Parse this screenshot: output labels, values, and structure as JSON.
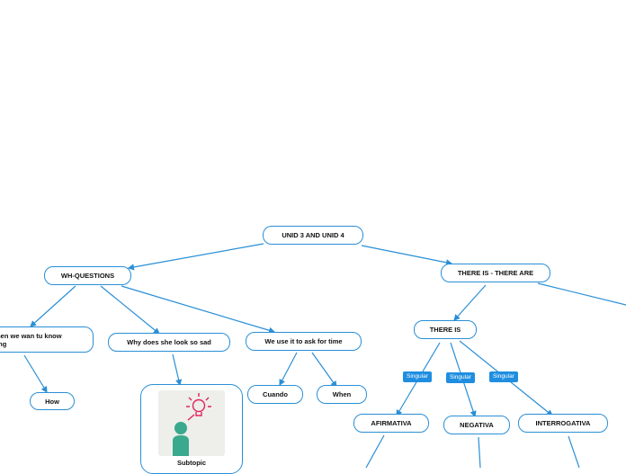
{
  "nodes": {
    "root": "UNID 3 AND UNID 4",
    "wh_questions": "WH-QUESTIONS",
    "when_know": "When we wan tu know\nthing",
    "why_sad": "Why does she look  so sad",
    "ask_time": "We use it to ask for time",
    "how": "How",
    "cuando": "Cuando",
    "when": "When",
    "there_is_are": "THERE IS - THERE ARE",
    "there_is": "THERE IS",
    "afirmativa": "AFIRMATIVA",
    "negativa": "NEGATIVA",
    "interrogativa": "INTERROGATIVA"
  },
  "relations": [
    "Singular",
    "Singular",
    "Singular"
  ],
  "subtopic_card": {
    "caption": "Subtopic",
    "icon": "person-with-lightbulb-illustration"
  },
  "colors": {
    "line": "#2a8fd6",
    "badge": "#1f8ee0",
    "person": "#3aa98d",
    "bulb": "#e0245e"
  }
}
